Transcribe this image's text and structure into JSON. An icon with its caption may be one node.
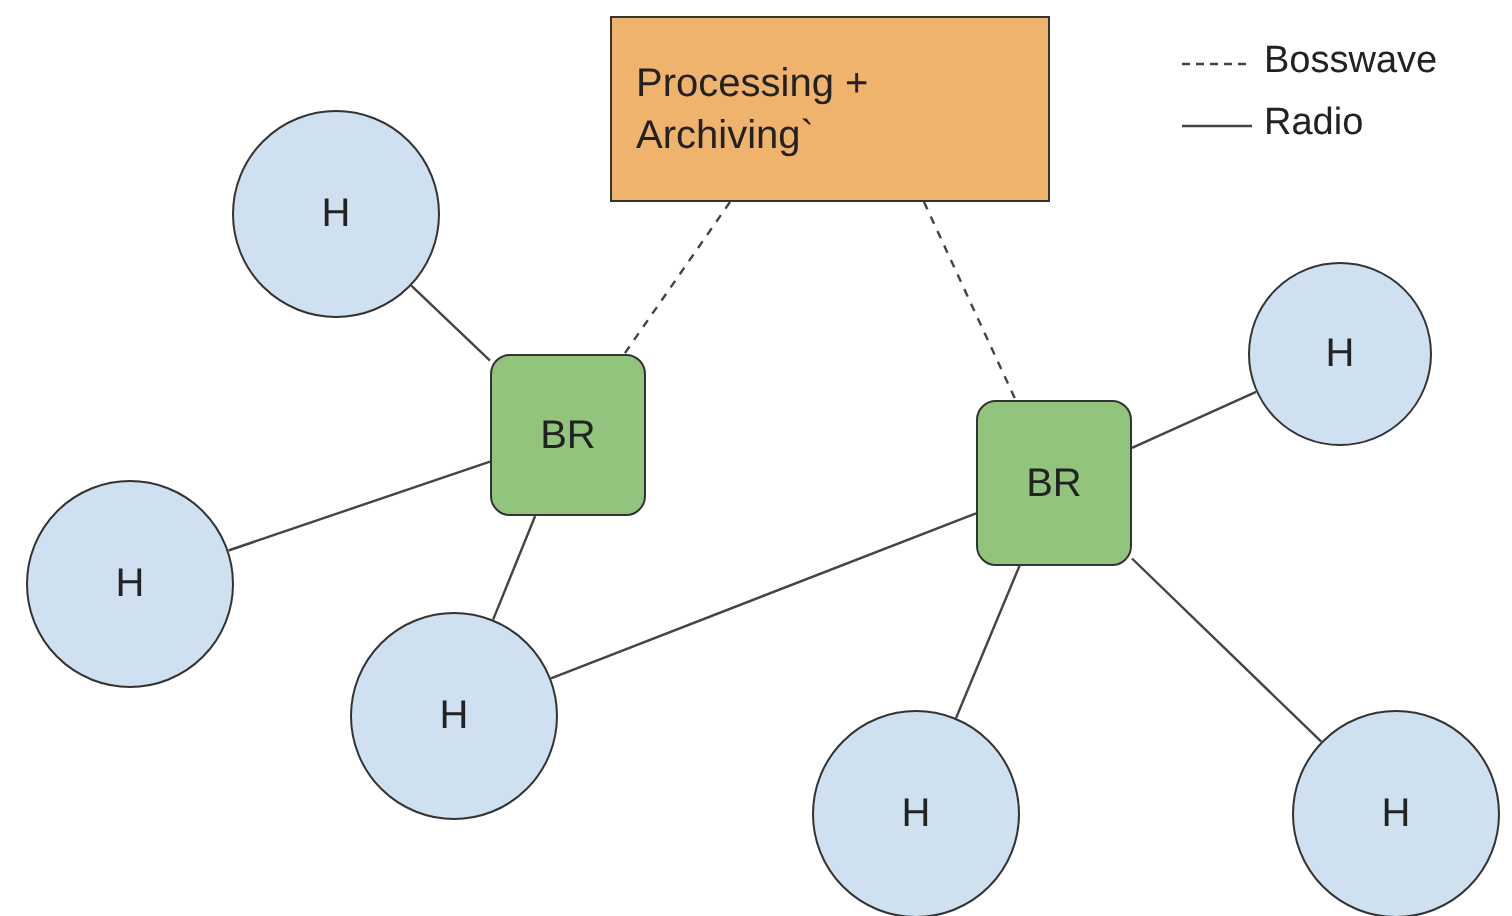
{
  "diagram": {
    "nodes": [
      {
        "text": [
          "Processing + Archiving`"
        ]
      },
      {
        "text": [
          "H"
        ]
      },
      {
        "text": [
          "BR"
        ]
      },
      {
        "text": [
          "H"
        ]
      },
      {
        "text": [
          "BR"
        ]
      },
      {
        "text": [
          "H"
        ]
      },
      {
        "text": [
          "H"
        ]
      },
      {
        "text": [
          "H"
        ]
      },
      {
        "text": [
          "H"
        ]
      }
    ],
    "edges": [
      {
        "from": 0,
        "to": 2,
        "arrow": "none",
        "style": "dashed"
      },
      {
        "from": 0,
        "to": 4,
        "arrow": "none",
        "style": "dashed"
      },
      {
        "from": 1,
        "to": 2,
        "arrow": "none"
      },
      {
        "from": 2,
        "to": 5,
        "arrow": "none"
      },
      {
        "from": 2,
        "to": 6,
        "arrow": "none"
      },
      {
        "from": 4,
        "to": 3,
        "arrow": "none"
      },
      {
        "from": 4,
        "to": 6,
        "arrow": "none"
      },
      {
        "from": 4,
        "to": 7,
        "arrow": "none"
      },
      {
        "from": 4,
        "to": 8,
        "arrow": "none"
      }
    ],
    "legend": [
      {
        "text": "Bosswave"
      },
      {
        "text": "Radio"
      }
    ]
  }
}
